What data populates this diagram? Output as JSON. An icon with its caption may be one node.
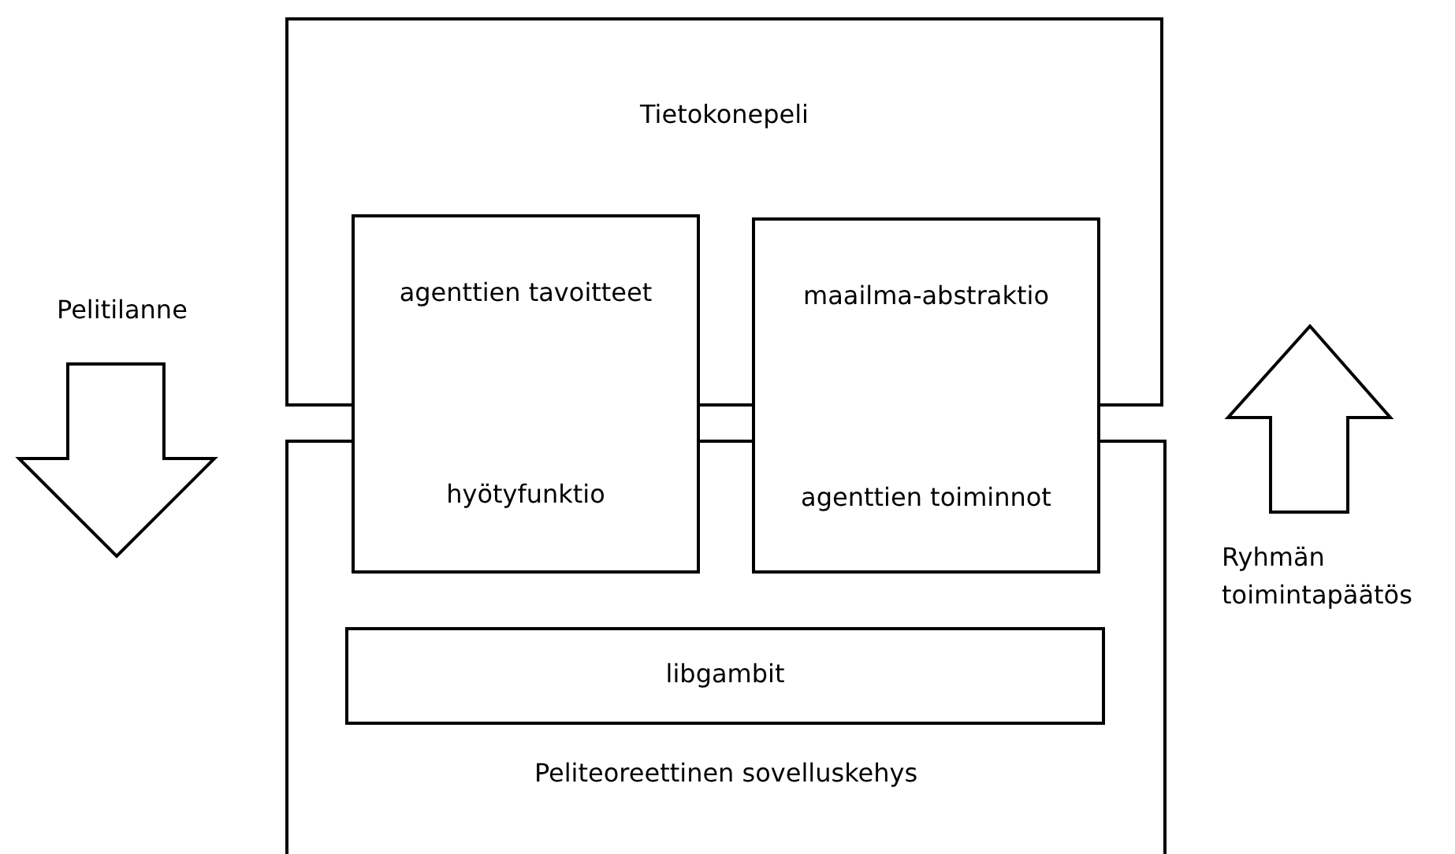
{
  "diagram": {
    "nodes": [
      {
        "text": [
          "Tietokonepeli"
        ]
      },
      {
        "text": [
          "agenttien tavoitteet",
          "hyötyfunktio"
        ]
      },
      {
        "text": [
          "maailma-abstraktio",
          "agenttien toiminnot"
        ]
      },
      {
        "text": [
          "Peliteoreettinen sovelluskehys"
        ]
      },
      {
        "text": [
          "libgambit"
        ],
        "in": 3
      }
    ],
    "edges": [],
    "labels": [
      "Pelitilanne",
      "Ryhmän toimintapäätös"
    ]
  }
}
